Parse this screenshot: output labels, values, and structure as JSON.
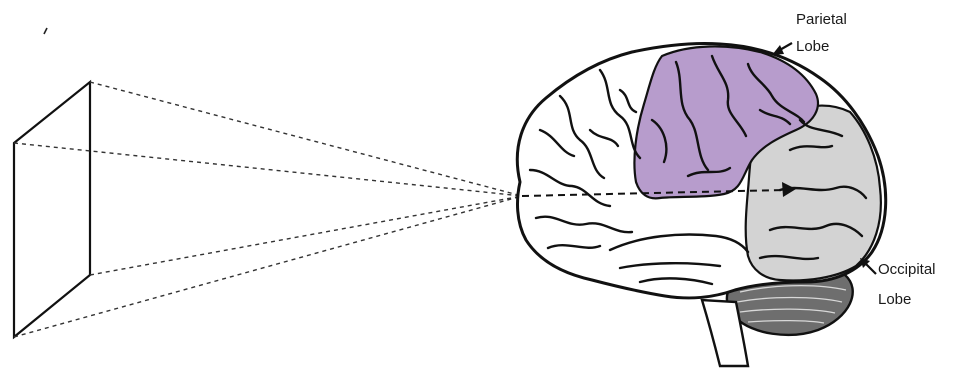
{
  "labels": {
    "parietal_line1": "Parietal",
    "parietal_line2": "Lobe",
    "occipital_line1": "Occipital",
    "occipital_line2": "Lobe"
  },
  "colors": {
    "parietal": "#b79ccc",
    "occipital": "#d3d3d3",
    "outline": "#111111",
    "brain_fill": "#ffffff",
    "cerebellum": "#6e6e6e"
  },
  "icons": {
    "parietal_pointer": "arrow-down-left-icon",
    "occipital_pointer": "arrow-up-left-icon"
  }
}
